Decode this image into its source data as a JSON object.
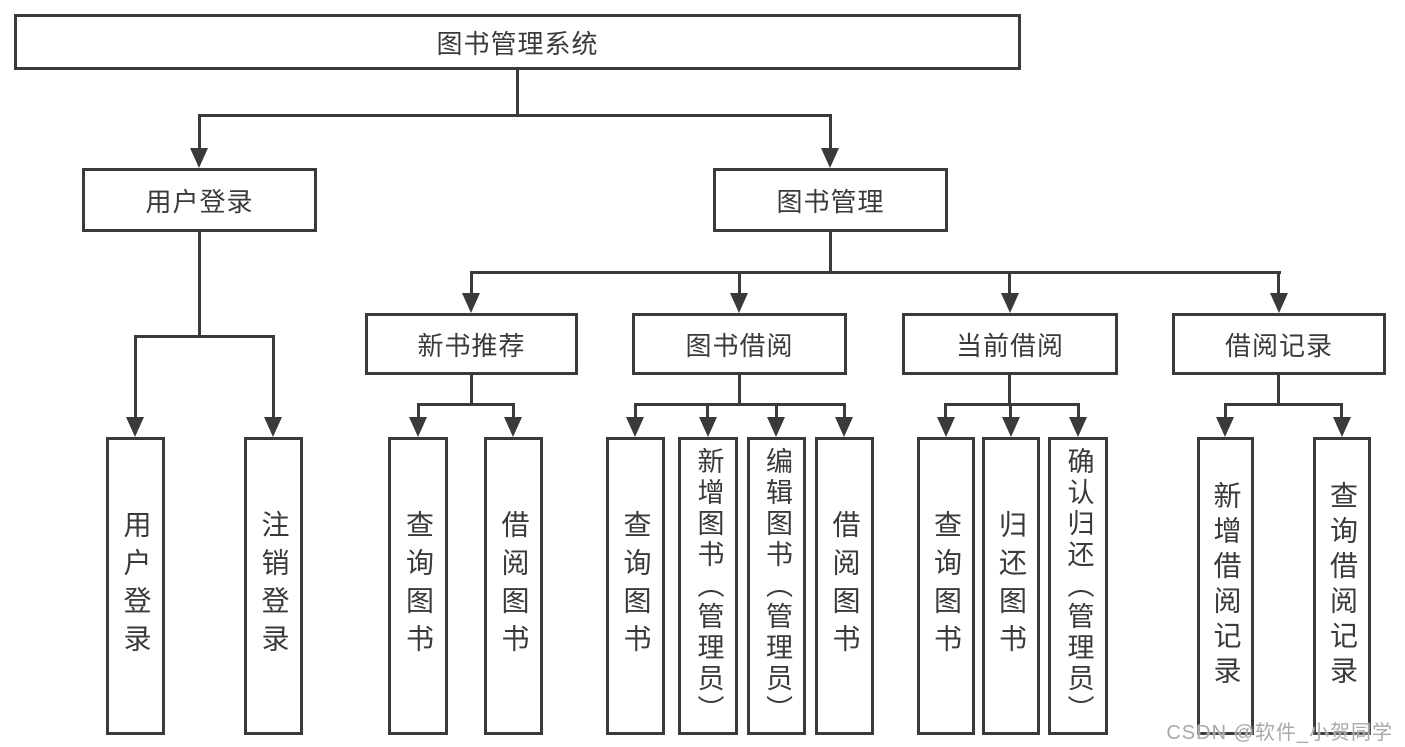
{
  "diagram": {
    "root": {
      "label": "图书管理系统"
    },
    "level2": {
      "user_login": {
        "label": "用户登录"
      },
      "book_mgmt": {
        "label": "图书管理"
      }
    },
    "level3": {
      "new_book_rec": {
        "label": "新书推荐"
      },
      "book_borrow": {
        "label": "图书借阅"
      },
      "current_borrow": {
        "label": "当前借阅"
      },
      "borrow_record": {
        "label": "借阅记录"
      }
    },
    "leaves": {
      "user_login": [
        "用户登录",
        "注销登录"
      ],
      "new_book_rec": [
        "查询图书",
        "借阅图书"
      ],
      "book_borrow": [
        "查询图书",
        "新增图书（管理员）",
        "编辑图书（管理员）",
        "借阅图书"
      ],
      "current_borrow": [
        "查询图书",
        "归还图书",
        "确认归还（管理员）"
      ],
      "borrow_record": [
        "新增借阅记录",
        "查询借阅记录"
      ]
    }
  },
  "watermark": "CSDN @软件_小贺同学",
  "colors": {
    "line": "#3a3a3a",
    "text": "#3a3a3a",
    "box_fill": "#ffffff",
    "watermark": "#a9a9a9",
    "background": "#ffffff"
  }
}
